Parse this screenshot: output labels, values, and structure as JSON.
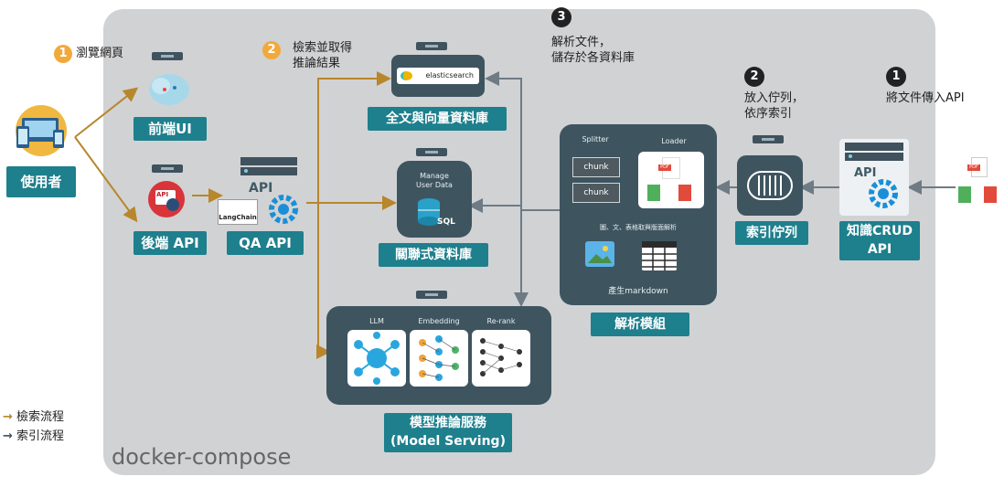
{
  "docker_label": "docker-compose",
  "users": {
    "label": "使用者"
  },
  "step1_browse": {
    "num": "1",
    "text": "瀏覽網頁"
  },
  "step2_search": {
    "num": "2",
    "line1": "檢索並取得",
    "line2": "推論結果"
  },
  "step3_parse": {
    "num": "3",
    "line1": "解析文件，",
    "line2": "儲存於各資料庫"
  },
  "step2_queue": {
    "num": "2",
    "line1": "放入佇列，",
    "line2": "依序索引"
  },
  "step1_import": {
    "num": "1",
    "text": "將文件傳入API"
  },
  "frontend": {
    "label": "前端UI"
  },
  "backend": {
    "label": "後端 API",
    "api_badge": "API"
  },
  "qa_api": {
    "label": "QA API",
    "api_text": "API",
    "langchain": "LangChain"
  },
  "vector_db": {
    "label": "全文與向量資料庫",
    "logo_text": "elasticsearch"
  },
  "rdb": {
    "label": "關聯式資料庫",
    "line1": "Manage",
    "line2": "User Data",
    "sql": "SQL"
  },
  "model_serving": {
    "line1": "模型推論服務",
    "line2": "(Model Serving)",
    "llm": "LLM",
    "embedding": "Embedding",
    "rerank": "Re-rank"
  },
  "parser": {
    "label": "解析模組",
    "splitter": "Splitter",
    "loader": "Loader",
    "chunk1": "chunk",
    "chunk2": "chunk",
    "desc": "圖、文、表格取與版面解析",
    "output": "產生markdown",
    "pdf": "PDF"
  },
  "queue": {
    "label": "索引佇列"
  },
  "crud": {
    "line1": "知識CRUD",
    "line2": "API",
    "api_text": "API"
  },
  "incoming": {
    "pdf": "PDF"
  },
  "legend": {
    "search": "檢索流程",
    "index": "索引流程"
  },
  "colors": {
    "search_flow": "#b8862b",
    "index_flow": "#6e7b84",
    "teal": "#1e7f8d",
    "dark": "#3e5560",
    "step_orange": "#f2a93b"
  }
}
